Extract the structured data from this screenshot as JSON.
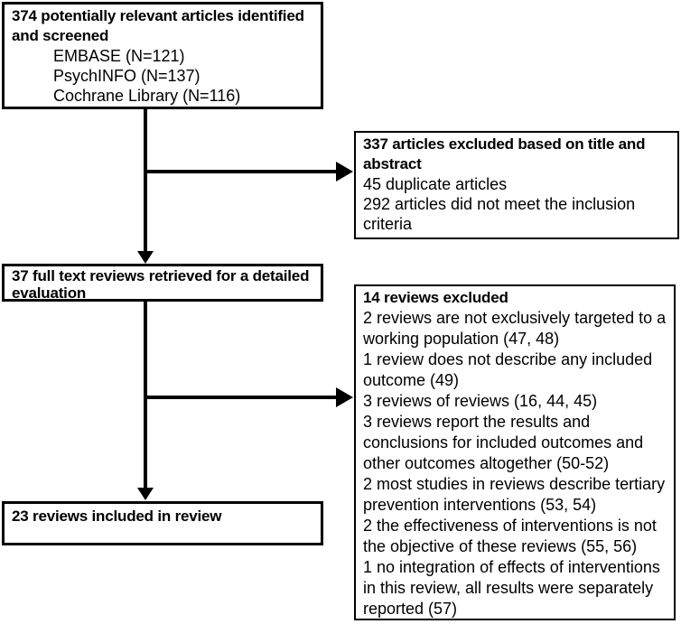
{
  "colors": {
    "background": "#ffffff",
    "box_border": "#000000",
    "text": "#000000",
    "arrow": "#000000"
  },
  "flowchart": {
    "screened": {
      "title": "374 potentially relevant articles identified and screened",
      "sources": [
        "EMBASE (N=121)",
        "PsychINFO (N=137)",
        "Cochrane Library (N=116)"
      ]
    },
    "excluded_title_abstract": {
      "title": "337 articles excluded based on title and abstract",
      "reasons": [
        "45 duplicate articles",
        "292 articles did not meet the inclusion criteria"
      ]
    },
    "full_text": {
      "title": "37 full text reviews retrieved for a detailed evaluation"
    },
    "excluded_full_text": {
      "title": "14 reviews excluded",
      "reasons": [
        "2 reviews are not exclusively targeted to a working population (47, 48)",
        "1 review does not describe any included outcome (49)",
        "3 reviews of reviews (16, 44, 45)",
        "3 reviews report the results and conclusions for included outcomes and other outcomes altogether (50-52)",
        "2 most studies in reviews describe tertiary prevention interventions (53, 54)",
        "2 the effectiveness of interventions is not the objective of these reviews (55, 56)",
        "1 no integration of effects of interventions in this review, all results were separately reported (57)"
      ]
    },
    "included": {
      "title": "23 reviews included in review"
    }
  }
}
